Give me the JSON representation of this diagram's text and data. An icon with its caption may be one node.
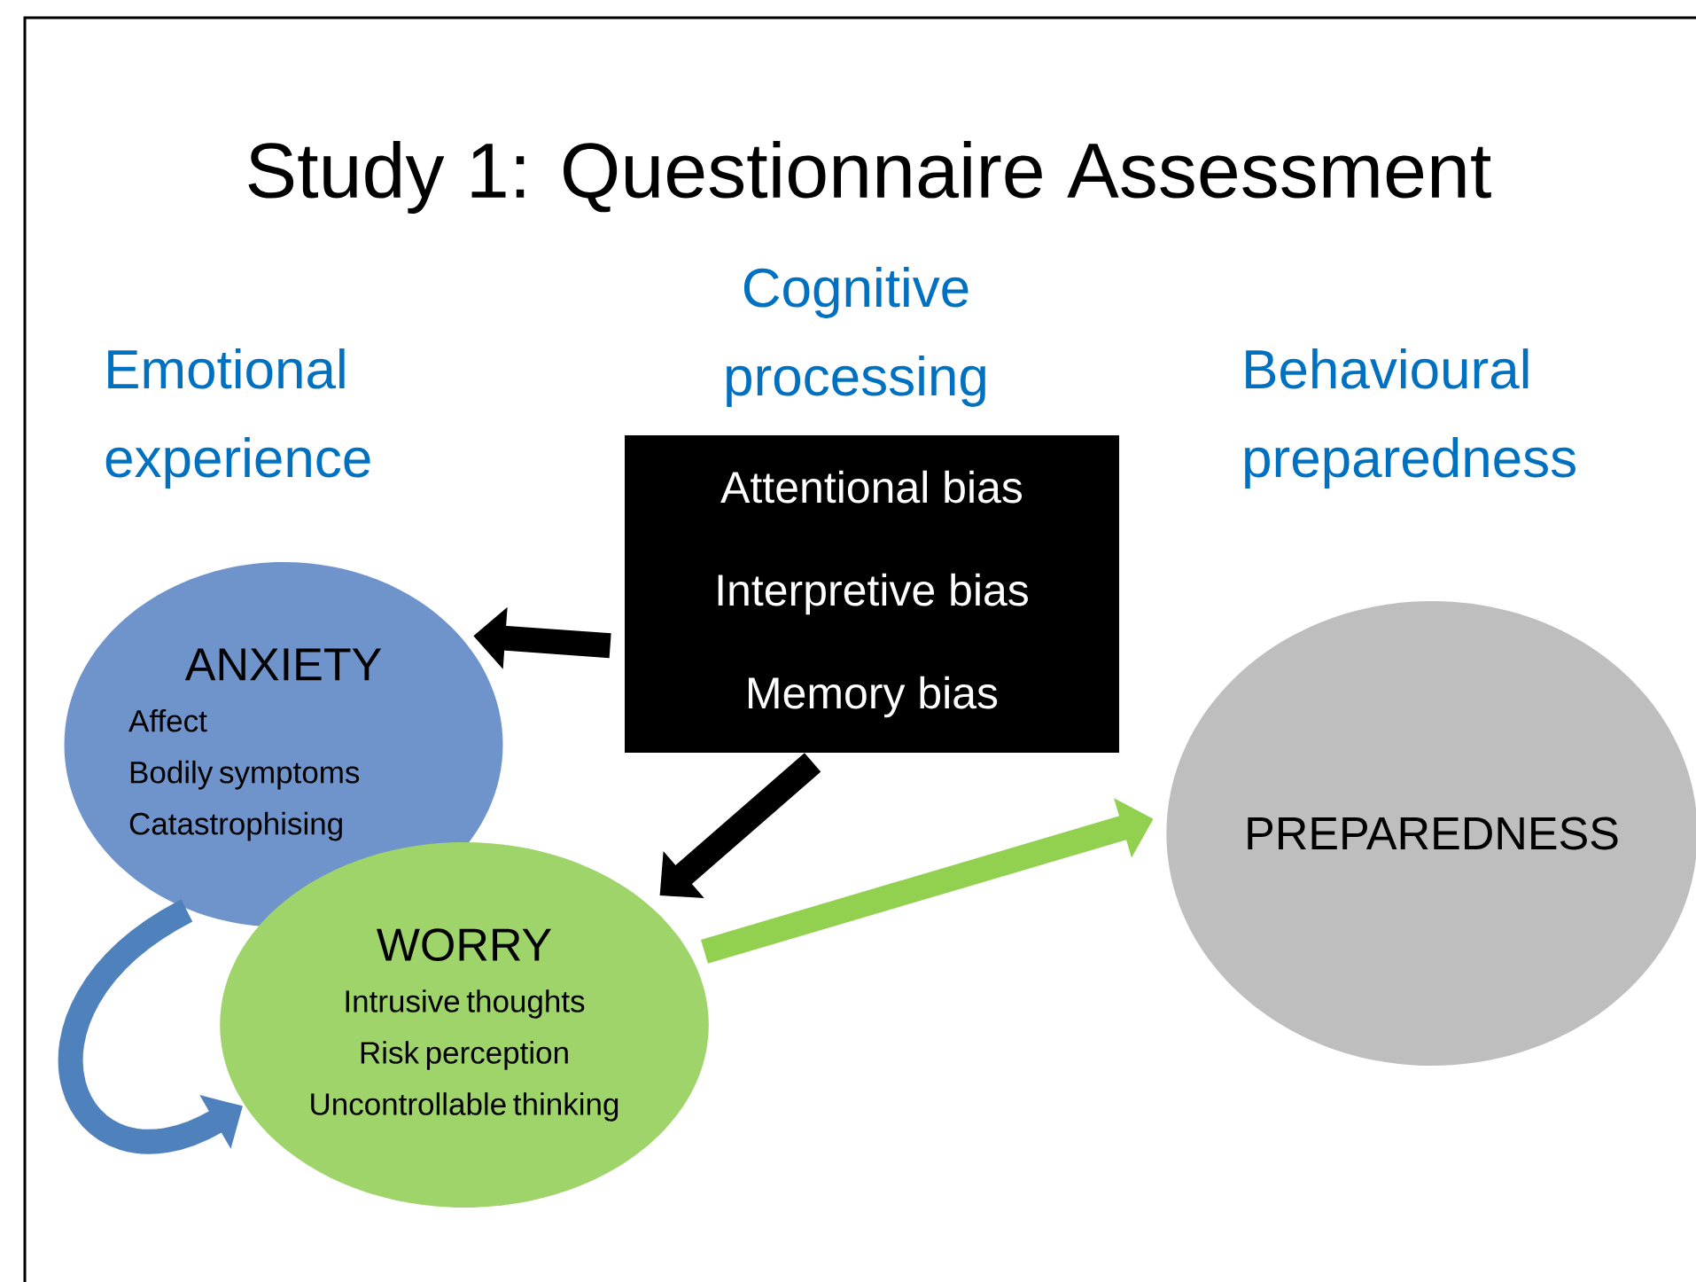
{
  "diagram": {
    "title": "Study 1: Questionnaire Assessment",
    "nodes": [
      {
        "text": [
          "Attentional bias",
          "Interpretive bias",
          "Memory bias"
        ]
      },
      {
        "text": [
          "ANXIETY",
          "Affect",
          "Bodily symptoms",
          "Catastrophising"
        ]
      },
      {
        "text": [
          "WORRY",
          "Intrusive thoughts",
          "Risk perception",
          "Uncontrollable thinking"
        ]
      },
      {
        "text": [
          "PREPAREDNESS"
        ]
      }
    ],
    "edges": [
      {
        "from": 0,
        "to": 1,
        "arrow": "to",
        "color": "#000000"
      },
      {
        "from": 0,
        "to": 2,
        "arrow": "to",
        "color": "#000000"
      },
      {
        "from": 1,
        "to": 2,
        "arrow": "to",
        "color": "#4f81bd"
      },
      {
        "from": 2,
        "to": 3,
        "arrow": "to",
        "color": "#92d050"
      }
    ],
    "labels": [
      "Emotional experience",
      "Cognitive processing",
      "Behavioural preparedness"
    ]
  }
}
